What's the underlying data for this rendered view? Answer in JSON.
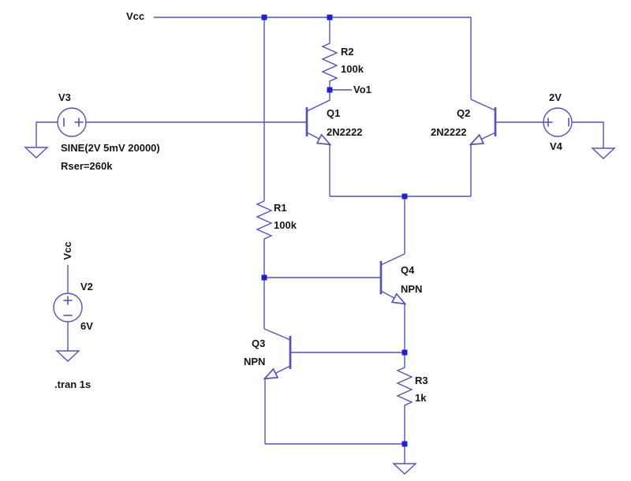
{
  "schematic": {
    "rail_label_top": "Vcc",
    "sources": {
      "v3": {
        "name": "V3",
        "param_line1": "SINE(2V 5mV 20000)",
        "param_line2": "Rser=260k"
      },
      "v4": {
        "name": "V4",
        "value": "2V"
      },
      "v2": {
        "name": "V2",
        "value": "6V",
        "rail_label": "Vcc"
      }
    },
    "resistors": {
      "r1": {
        "name": "R1",
        "value": "100k"
      },
      "r2": {
        "name": "R2",
        "value": "100k"
      },
      "r3": {
        "name": "R3",
        "value": "1k"
      }
    },
    "transistors": {
      "q1": {
        "name": "Q1",
        "model": "2N2222"
      },
      "q2": {
        "name": "Q2",
        "model": "2N2222"
      },
      "q3": {
        "name": "Q3",
        "model": "NPN"
      },
      "q4": {
        "name": "Q4",
        "model": "NPN"
      }
    },
    "nets": {
      "vo1": "Vo1"
    },
    "directive": ".tran 1s"
  },
  "colors": {
    "wire": "#5454b4",
    "junction": "#2121cc",
    "text": "#141414",
    "background": "#ffffff"
  }
}
